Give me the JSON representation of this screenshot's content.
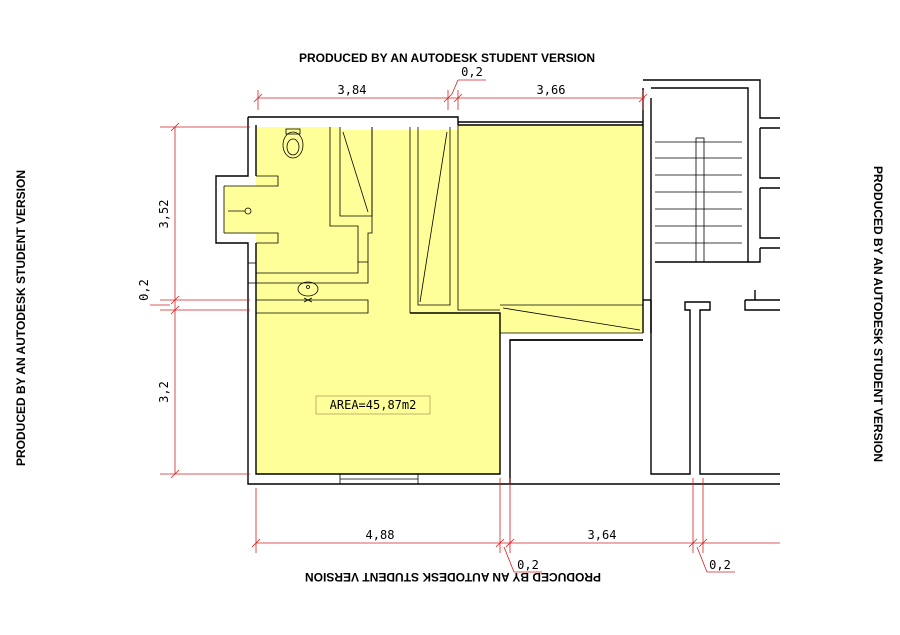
{
  "watermark": {
    "top": "PRODUCED BY AN AUTODESK STUDENT VERSION",
    "bottom": "PRODUCED BY AN AUTODESK STUDENT VERSION",
    "left": "PRODUCED BY AN AUTODESK STUDENT VERSION",
    "right": "PRODUCED BY AN AUTODESK STUDENT VERSION"
  },
  "dimensions": {
    "top_left": "3,84",
    "top_gap": "0,2",
    "top_right": "3,66",
    "left_upper": "3,52",
    "left_gap": "0,2",
    "left_lower": "3,2",
    "bottom_left": "4,88",
    "bottom_right": "3,64",
    "bottom_gap_1": "0,2",
    "bottom_gap_2": "0,2"
  },
  "area_label": "AREA=45,87m2",
  "colors": {
    "fill": "#ffff99",
    "dimension_line": "#d32020",
    "wall": "#000000"
  }
}
